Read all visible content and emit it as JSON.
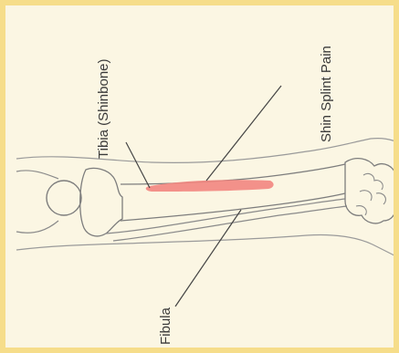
{
  "labels": {
    "tibia": "Tibia (Shinbone)",
    "pain": "Shin Splint Pain",
    "fibula": "Fibula"
  },
  "colors": {
    "frame": "#f6dd8a",
    "background": "#fbf6e3",
    "bone_line": "#8a8a8a",
    "pain_highlight": "#f2867f"
  }
}
